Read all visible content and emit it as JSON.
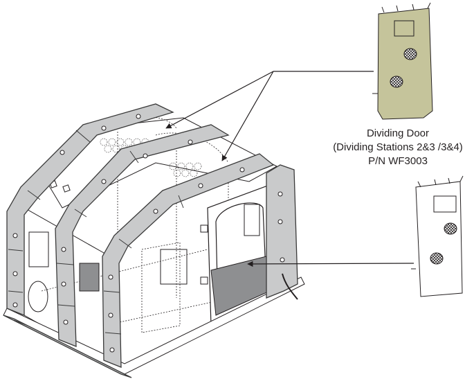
{
  "callout": {
    "title": "Dividing Door",
    "subtitle": "(Dividing Stations 2&3 /3&4)",
    "part_number": "P/N WF3003"
  },
  "colors": {
    "tube_fill": "#c9cacb",
    "tube_stroke": "#3a3a3a",
    "door_highlight": "#c5c49b",
    "line": "#231f20",
    "dark_panel": "#8e8f91"
  },
  "icons": [
    "inflatable-shelter-illustration",
    "dividing-door-highlighted",
    "dividing-door-outline",
    "leader-arrow"
  ]
}
